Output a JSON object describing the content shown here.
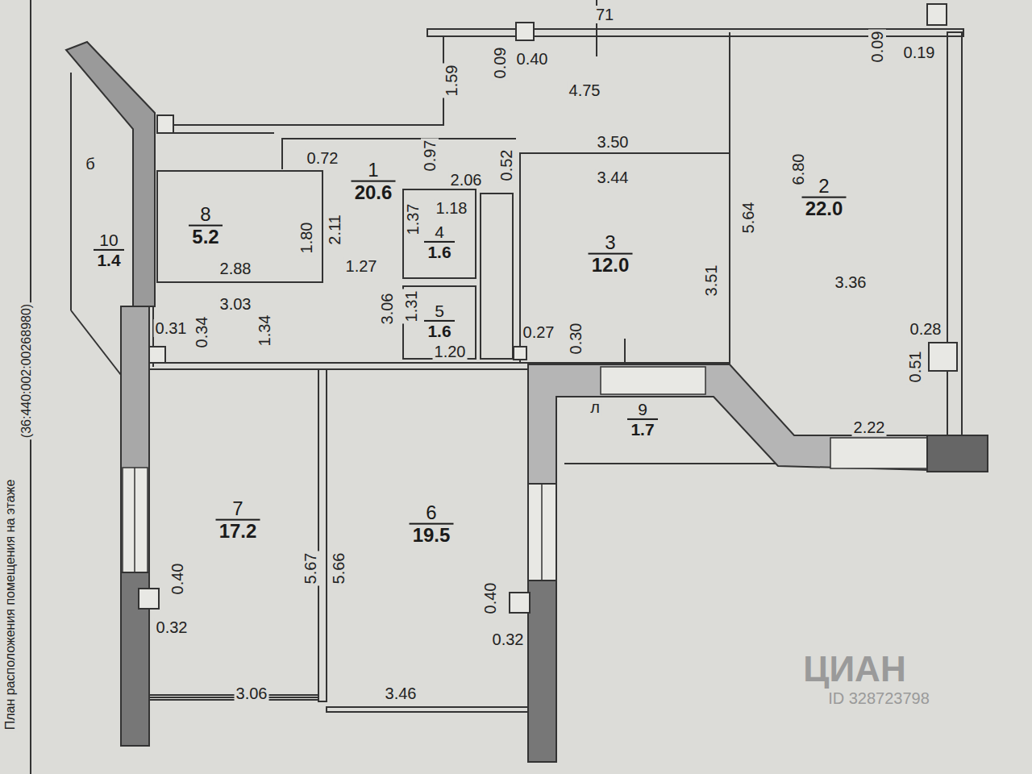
{
  "diagram": {
    "nodes": [
      {
        "text": [
          "1",
          "20.6"
        ]
      },
      {
        "text": [
          "2",
          "22.0"
        ]
      },
      {
        "text": [
          "8",
          "5.2"
        ]
      },
      {
        "text": [
          "4",
          "1.6"
        ]
      },
      {
        "text": [
          "3",
          "12.0"
        ]
      },
      {
        "text": [
          "10",
          "1.4"
        ]
      },
      {
        "text": [
          "5",
          "1.6"
        ]
      },
      {
        "text": [
          "9",
          "1.7"
        ]
      },
      {
        "text": [
          "7",
          "17.2"
        ]
      },
      {
        "text": [
          "6",
          "19.5"
        ]
      }
    ],
    "labels": [
      "71",
      "0.09",
      "0.40",
      "1.59",
      "4.75",
      "0.09",
      "0.19",
      "б",
      "0.72",
      "0.97",
      "0.52",
      "3.50",
      "2.06",
      "3.44",
      "6.80",
      "1.80",
      "2.11",
      "1.37",
      "1.18",
      "5.64",
      "2.88",
      "1.27",
      "3.51",
      "3.36",
      "3.03",
      "3.06",
      "1.31",
      "0.31",
      "0.34",
      "1.34",
      "0.27",
      "0.30",
      "0.28",
      "1.20",
      "0.51",
      "л",
      "2.22",
      "5.67",
      "5.66",
      "0.40",
      "0.40",
      "0.32",
      "0.32",
      "3.06",
      "3.46",
      "ЦИАН",
      "ID 328723798",
      "План расположения помещения на этаже",
      "(36:440:002:00268980)"
    ]
  }
}
